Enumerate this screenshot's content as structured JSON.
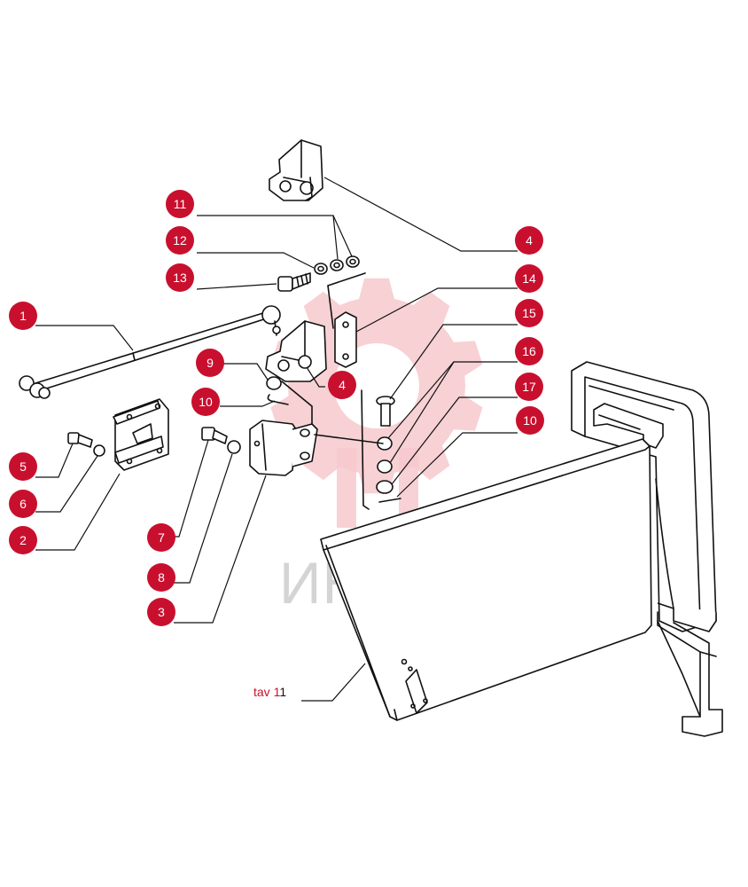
{
  "watermark": {
    "text": "ИНТЕХ",
    "gear_color": "#f6c9cc"
  },
  "colors": {
    "callout_fill": "#c8102e",
    "callout_text": "#ffffff",
    "line": "#111111"
  },
  "reference_label": {
    "prefix": "tav 1",
    "suffix": "1"
  },
  "callouts": [
    {
      "label": "1"
    },
    {
      "label": "2"
    },
    {
      "label": "3"
    },
    {
      "label": "4"
    },
    {
      "label": "4"
    },
    {
      "label": "5"
    },
    {
      "label": "6"
    },
    {
      "label": "7"
    },
    {
      "label": "8"
    },
    {
      "label": "9"
    },
    {
      "label": "10"
    },
    {
      "label": "10"
    },
    {
      "label": "11"
    },
    {
      "label": "12"
    },
    {
      "label": "13"
    },
    {
      "label": "14"
    },
    {
      "label": "15"
    },
    {
      "label": "16"
    },
    {
      "label": "17"
    }
  ]
}
